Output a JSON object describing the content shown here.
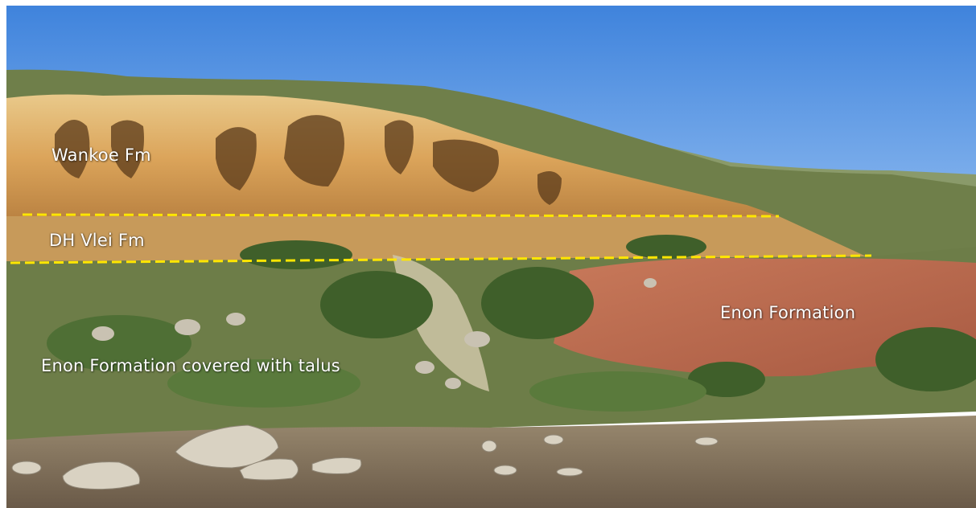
{
  "labels": {
    "wankoe": "Wankoe Fm",
    "dh_vlei": "DH Vlei Fm",
    "enon": "Enon Formation",
    "enon_talus": "Enon Formation covered with talus"
  },
  "colors": {
    "sky": "#4f8fe0",
    "cliff": "#e0b060",
    "red_soil": "#b8634a",
    "vegetation": "#5c7a3a",
    "beach": "#7a6a55",
    "contact_line": "#ffe600"
  }
}
